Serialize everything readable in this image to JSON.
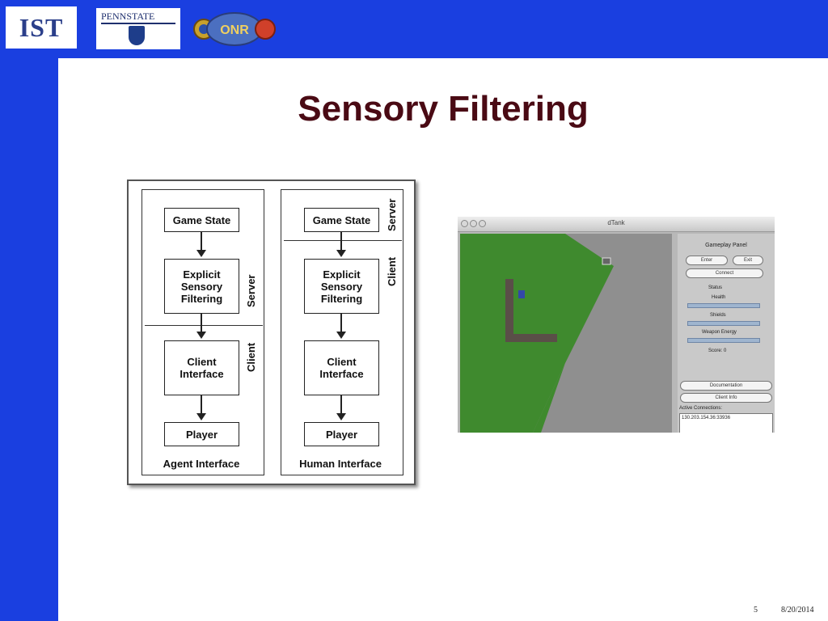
{
  "header": {
    "logos": [
      {
        "name": "ist-logo",
        "text": "IST"
      },
      {
        "name": "pennstate-logo",
        "text": "PENNSTATE"
      },
      {
        "name": "onr-logo",
        "text": "ONR"
      }
    ]
  },
  "slide": {
    "title": "Sensory Filtering",
    "number": "5",
    "date": "8/20/2014"
  },
  "diagram": {
    "left": {
      "boxes": [
        "Game State",
        "Explicit\nSensory\nFiltering",
        "Client\nInterface",
        "Player"
      ],
      "server_label": "Server",
      "client_label": "Client",
      "caption": "Agent Interface"
    },
    "right": {
      "boxes": [
        "Game State",
        "Explicit\nSensory\nFiltering",
        "Client\nInterface",
        "Player"
      ],
      "server_label": "Server",
      "client_label": "Client",
      "caption": "Human Interface"
    }
  },
  "screenshot": {
    "window_title": "dTank",
    "panel_title": "Gameplay Panel",
    "buttons": [
      "Enter",
      "Exit",
      "Connect"
    ],
    "status_label": "Status",
    "meters": [
      "Health",
      "Shields",
      "Weapon Energy"
    ],
    "score": "Score: 0",
    "lower_buttons": [
      "Documentation",
      "Client Info"
    ],
    "connections_label": "Active Connections:",
    "connection_entry": "130.203.154.36:33936"
  },
  "colors": {
    "background": "#1a3fe0",
    "title": "#4a0a14",
    "grass": "#3f8a2e"
  }
}
